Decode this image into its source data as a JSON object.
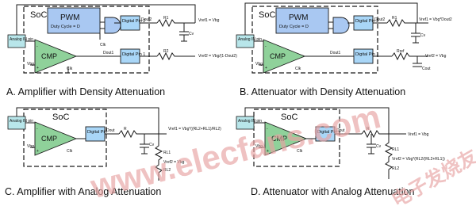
{
  "panels": {
    "a": {
      "caption": "A. Amplifier with Density Attenuation",
      "soc": "SoC",
      "pwm_title": "PWM",
      "pwm_duty": "Duty Cycle = D",
      "analog_pin": "Analog IN pin",
      "cmp": "CMP",
      "pin2": "Digital Pin 2",
      "pin1": "Digital Pin 1",
      "dout2": "Dout2",
      "dout1": "Dout1",
      "clk": "Clk",
      "vbg": "Vbg",
      "r1": "R1",
      "r2": "R2",
      "cv": "Cv",
      "vout1": "Vref1 = Vbg",
      "vout2": "Vref2 = Vbg/(1-Dout2)",
      "minus": "-",
      "plus": "+"
    },
    "b": {
      "caption": "B. Attenuator with Density Attenuation",
      "soc": "SoC",
      "pwm_title": "PWM",
      "pwm_duty": "Duty Cycle = D",
      "analog_pin": "Analog IN pin",
      "cmp": "CMP",
      "pin2": "Digital Pin 2",
      "pin1": "Digital Pin 1",
      "dout2": "Dout2",
      "dout1": "Dout1",
      "clk": "Clk",
      "vbg": "Vbg",
      "r1": "R1",
      "r2": "Rref",
      "cv": "Cv",
      "cout": "Cout",
      "vout1": "Vref1 = Vbg*Dout2",
      "vout2": "Vref2 = Vbg",
      "minus": "-",
      "plus": "+"
    },
    "c": {
      "caption": "C. Amplifier with Analog Attenuation",
      "soc": "SoC",
      "analog_pin": "Analog IN pin",
      "cmp": "CMP",
      "pin": "Digital Pin",
      "dout": "Dout",
      "clk": "Clk",
      "vbg": "Vbg",
      "r0": "R",
      "cv": "Cv",
      "rl1": "RL1",
      "rl2": "RL2",
      "vout1": "Vref1 = Vbg*((RL2+RL1)/RL2)",
      "vout2": "Vref2 = Vbg",
      "minus": "-",
      "plus": "+"
    },
    "d": {
      "caption": "D. Attenuator with Analog Attenuation",
      "soc": "SoC",
      "analog_pin": "Analog IN pin",
      "cmp": "CMP",
      "pin": "Digital Pin",
      "dout": "Dout",
      "clk": "Clk",
      "vbg": "Vbg",
      "r0": "R",
      "cv": "Cv",
      "rl1": "RL1",
      "rl2": "RL2",
      "vout1": "Vref1 = Vbg",
      "vout2": "Vref2 = Vbg*(RL2/(RL2+RL1))",
      "minus": "-",
      "plus": "+"
    }
  },
  "watermark": {
    "text": "www.elecfans.com",
    "chinese": "电子发烧友"
  }
}
